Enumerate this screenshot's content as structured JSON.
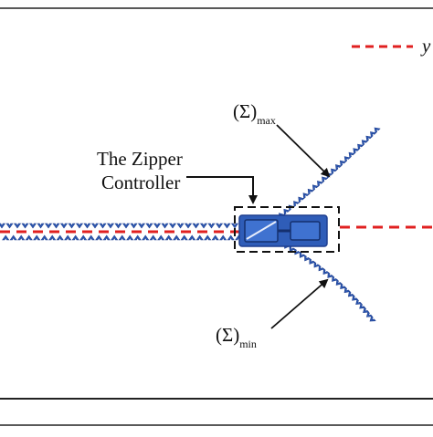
{
  "diagram": {
    "legend_label": "y",
    "zipper_controller_label_line1": "The Zipper",
    "zipper_controller_label_line2": "Controller",
    "sigma_max_main": "(Σ)",
    "sigma_max_sub": "max",
    "sigma_min_main": "(Σ)",
    "sigma_min_sub": "min"
  },
  "colors": {
    "zipper_blue": "#2f5db8",
    "zipper_dark": "#1f3f8f",
    "reference_line_red": "#e02020",
    "frame": "#222222",
    "annotation": "#111111"
  }
}
